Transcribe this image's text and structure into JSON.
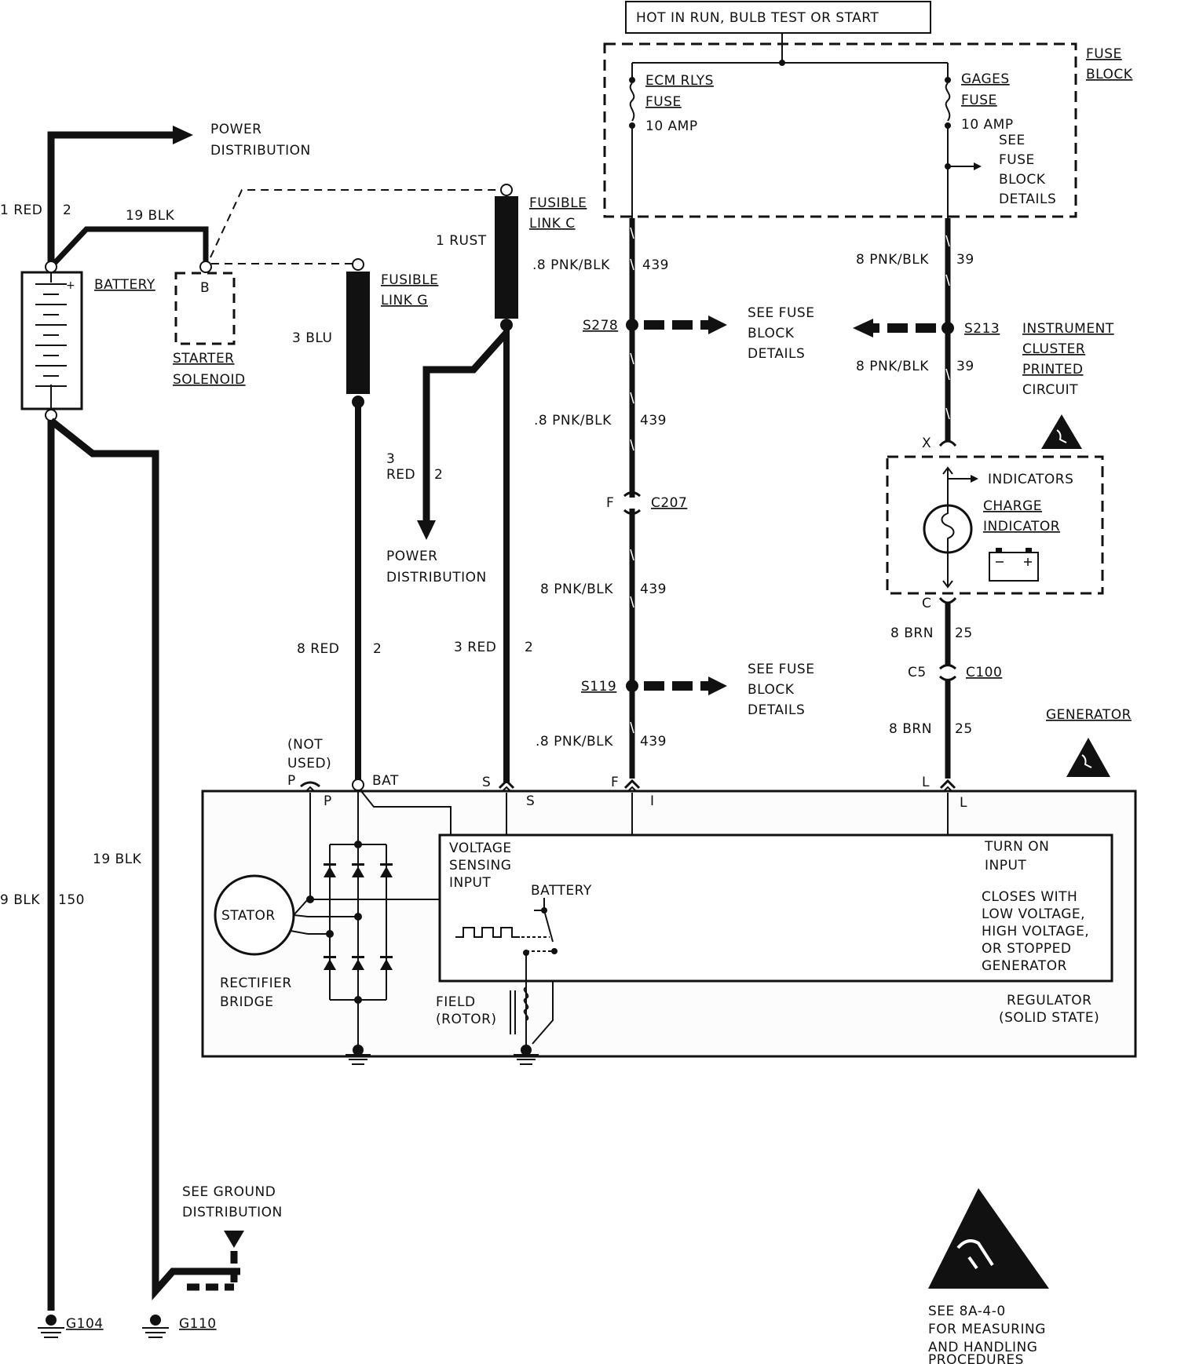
{
  "header": {
    "hot_label": "HOT IN RUN, BULB TEST OR START",
    "fuse_block_label": [
      "FUSE",
      "BLOCK"
    ]
  },
  "fuses": {
    "ecm": [
      "ECM RLYS",
      "FUSE",
      "10 AMP"
    ],
    "gages": [
      "GAGES",
      "FUSE",
      "10 AMP"
    ],
    "see_details": [
      "SEE",
      "FUSE",
      "BLOCK",
      "DETAILS"
    ]
  },
  "battery_area": {
    "power_dist": [
      "POWER",
      "DISTRIBUTION"
    ],
    "red_label": "1 RED",
    "red_circuit": "2",
    "blk19": "19 BLK",
    "battery": "BATTERY",
    "solenoid_term": "B",
    "solenoid": [
      "STARTER",
      "SOLENOID"
    ]
  },
  "fusible_links": {
    "g": [
      "FUSIBLE",
      "LINK G"
    ],
    "c": [
      "FUSIBLE",
      "LINK C"
    ],
    "blu": "3 BLU",
    "rust": "1 RUST"
  },
  "power_dist2": {
    "wire": [
      "3",
      "RED",
      "2"
    ],
    "label": [
      "POWER",
      "DISTRIBUTION"
    ]
  },
  "wire_labels": {
    "red8": "8  RED",
    "red8_circuit": "2",
    "red3": "3 RED",
    "red3_circuit": "2",
    "pnk_a": ".8 PNK/BLK",
    "pnk_b": ".8 PNK/BLK",
    "pnk_c": "8 PNK/BLK",
    "pnk_d": ".8 PNK/BLK",
    "circuit439": "439",
    "pnk39_a": "8 PNK/BLK",
    "pnk39_b": "8 PNK/BLK",
    "circuit39": "39",
    "brn_a": "8 BRN",
    "brn_b": "8 BRN",
    "circuit25": "25",
    "blk19_left": "19 BLK",
    "blk_main": "9 BLK",
    "circuit150": "150"
  },
  "splices": {
    "s278": "S278",
    "s213": "S213",
    "s119": "S119",
    "see_fuse": [
      "SEE FUSE",
      "BLOCK",
      "DETAILS"
    ],
    "c207": "C207",
    "c207_term": "F",
    "c100": "C100",
    "c100_term": "C5"
  },
  "cluster": {
    "label": [
      "INSTRUMENT",
      "CLUSTER",
      "PRINTED",
      "CIRCUIT"
    ],
    "indicators": "INDICATORS",
    "charge": [
      "CHARGE",
      "INDICATOR"
    ],
    "term_x": "X",
    "term_c": "C"
  },
  "generator": {
    "label": "GENERATOR",
    "not_used": [
      "(NOT",
      "USED)"
    ],
    "term_p_out": "P",
    "term_p_in": "P",
    "bat": "BAT",
    "term_s_out": "S",
    "term_s_in": "S",
    "term_f": "F",
    "term_i": "I",
    "term_l_out": "L",
    "term_l_in": "L",
    "stator": "STATOR",
    "rectifier": [
      "RECTIFIER",
      "BRIDGE"
    ],
    "voltage_sensing": [
      "VOLTAGE",
      "SENSING",
      "INPUT"
    ],
    "battery": "BATTERY",
    "field": [
      "FIELD",
      "(ROTOR)"
    ],
    "turn_on": [
      "TURN ON",
      "INPUT"
    ],
    "closes": [
      "CLOSES WITH",
      "LOW VOLTAGE,",
      "HIGH VOLTAGE,",
      "OR STOPPED",
      "GENERATOR"
    ],
    "regulator": [
      "REGULATOR",
      "(SOLID STATE)"
    ]
  },
  "grounds": {
    "see_ground": [
      "SEE GROUND",
      "DISTRIBUTION"
    ],
    "g104": "G104",
    "g110": "G110"
  },
  "esd_note": [
    "SEE 8A-4-0",
    "FOR MEASURING",
    "AND HANDLING",
    "PROCEDURES"
  ]
}
